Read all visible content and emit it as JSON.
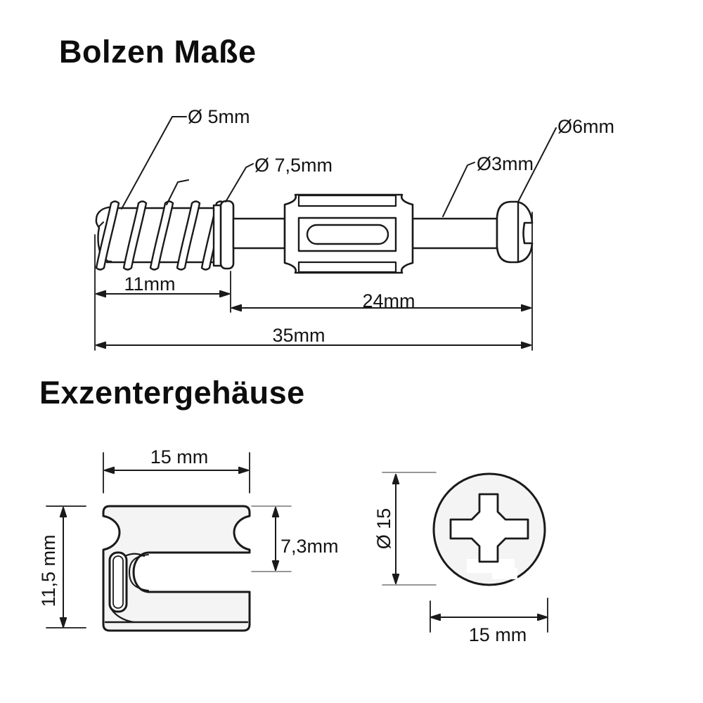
{
  "bolt": {
    "title": "Bolzen Maße",
    "labels": {
      "thread_dia": "Ø 5mm",
      "collar_dia": "Ø 7,5mm",
      "shaft_dia": "Ø3mm",
      "head_dia": "Ø6mm"
    },
    "dims": {
      "thread_length": "11mm",
      "pin_length": "24mm",
      "total_length": "35mm"
    }
  },
  "housing": {
    "title": "Exzentergehäuse",
    "side": {
      "width": "15 mm",
      "height": "11,5 mm",
      "slot_depth": "7,3mm"
    },
    "front": {
      "diameter": "Ø 15",
      "width": "15 mm"
    }
  },
  "colors": {
    "line": "#1a1a1a",
    "light_fill": "#f4f4f4",
    "ext_line_gray": "#777777",
    "background": "#ffffff"
  }
}
